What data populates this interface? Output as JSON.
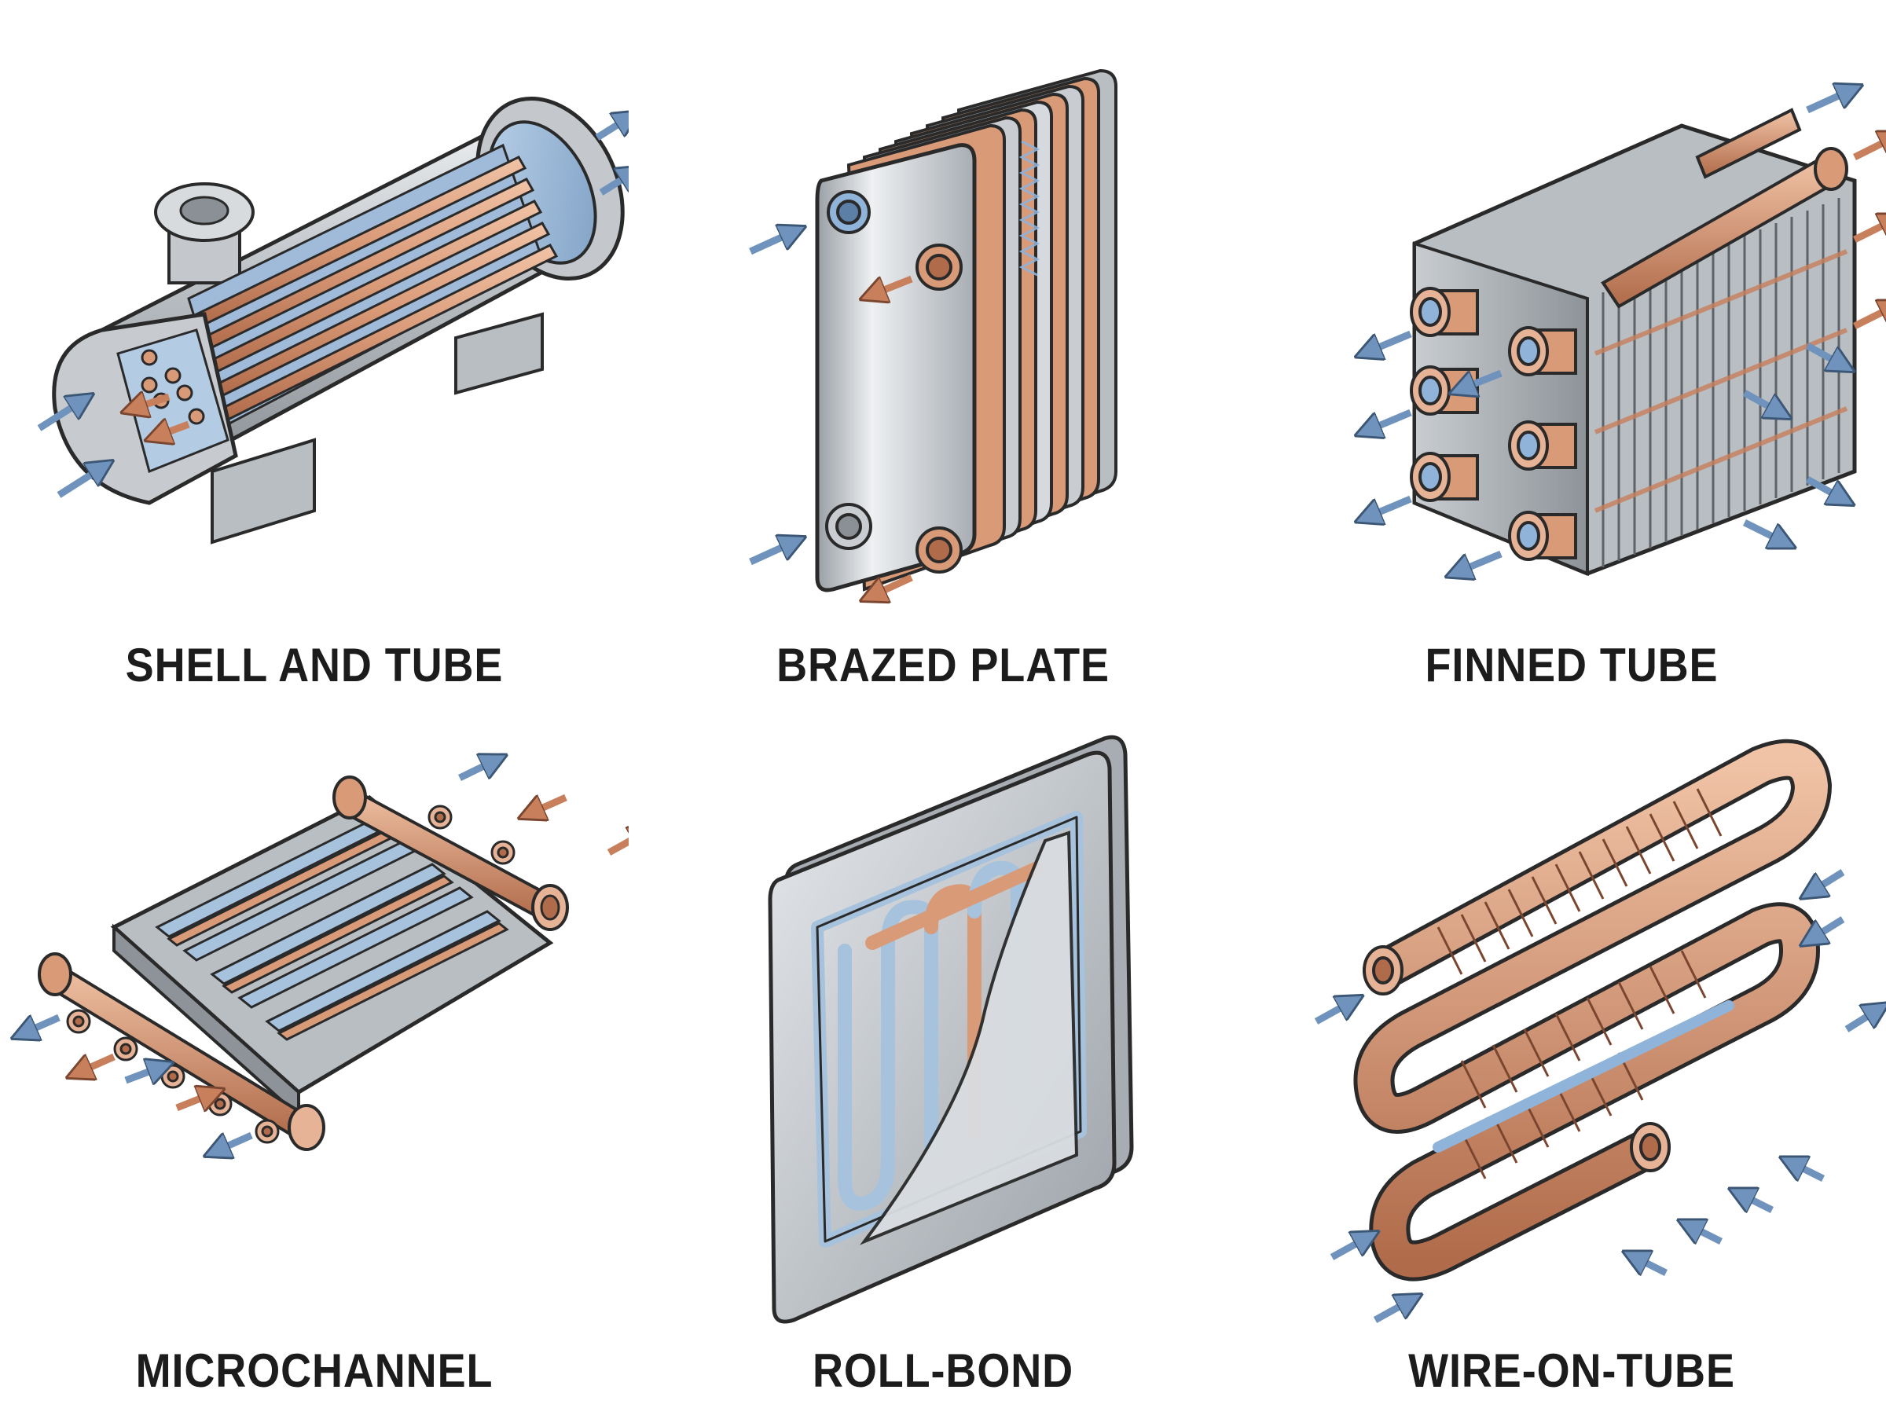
{
  "colors": {
    "steel_light": "#d3d6da",
    "steel_mid": "#a9aeb4",
    "steel_dark": "#7e8489",
    "copper": "#d99a78",
    "copper_dark": "#b96f4c",
    "water_blue": "#8fb3d9",
    "arrow_blue": "#6f93bd",
    "arrow_copper": "#c77f5c",
    "outline": "#2a2a2a"
  },
  "panels": [
    {
      "label": "SHELL AND TUBE",
      "icon": "shell-and-tube-exchanger-icon"
    },
    {
      "label": "BRAZED PLATE",
      "icon": "brazed-plate-exchanger-icon"
    },
    {
      "label": "FINNED TUBE",
      "icon": "finned-tube-exchanger-icon"
    },
    {
      "label": "MICROCHANNEL",
      "icon": "microchannel-exchanger-icon"
    },
    {
      "label": "ROLL-BOND",
      "icon": "roll-bond-exchanger-icon"
    },
    {
      "label": "WIRE-ON-TUBE",
      "icon": "wire-on-tube-exchanger-icon"
    }
  ]
}
